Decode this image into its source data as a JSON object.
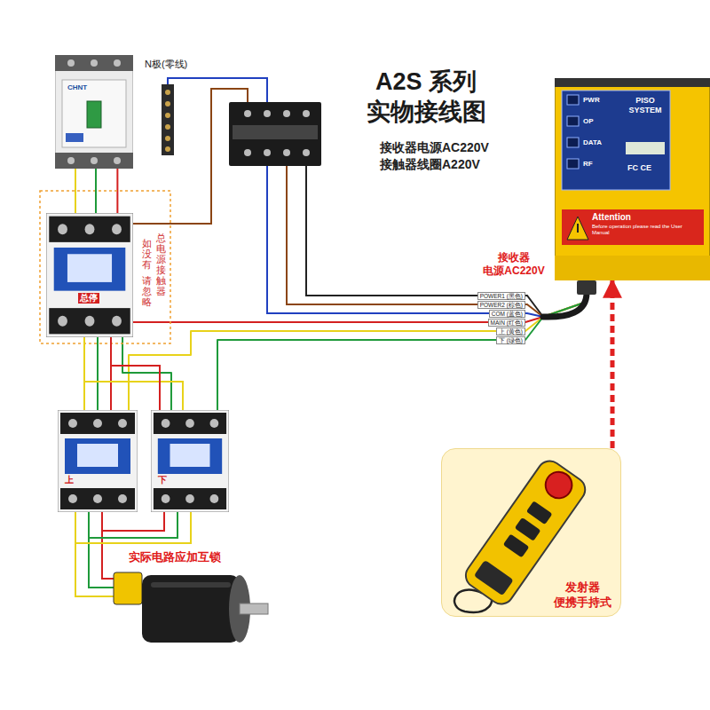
{
  "diagram": {
    "title": "A2S 系列 实物接线图",
    "nodes": [
      {
        "text": [
          "CHNT"
        ]
      },
      {
        "text": [
          "总停"
        ]
      },
      {
        "text": [
          "上"
        ]
      },
      {
        "text": [
          "下"
        ]
      },
      {
        "text": [
          "PWR",
          "OP",
          "DATA",
          "RF",
          "PISO SYSTEM",
          "FC CE",
          "Attention",
          "Before operation please read the User Manual"
        ]
      },
      {
        "text": [
          "发射器 便携手持式"
        ]
      }
    ],
    "edges": [
      {
        "from": 4,
        "to": 1,
        "arrow": "none"
      },
      {
        "from": 4,
        "to": 2,
        "arrow": "none"
      },
      {
        "from": 4,
        "to": 3,
        "arrow": "none"
      },
      {
        "from": 0,
        "to": 1,
        "arrow": "none"
      },
      {
        "from": 1,
        "to": 2,
        "arrow": "none"
      },
      {
        "from": 1,
        "to": 3,
        "arrow": "none"
      },
      {
        "from": 5,
        "to": 4,
        "arrow": "to"
      }
    ],
    "labels": [
      "接收器电源AC220V",
      "接触器线圈A220V",
      "N极(零线)",
      "如没有",
      "总电源接触器",
      "请忽略",
      "POWER1 (黑色)",
      "POWER2 (棕色)",
      "COM (蓝色)",
      "MAIN (红色)",
      "上 (黄色)",
      "下 (绿色)",
      "接收器 电源AC220V",
      "实际电路应加互锁"
    ]
  }
}
